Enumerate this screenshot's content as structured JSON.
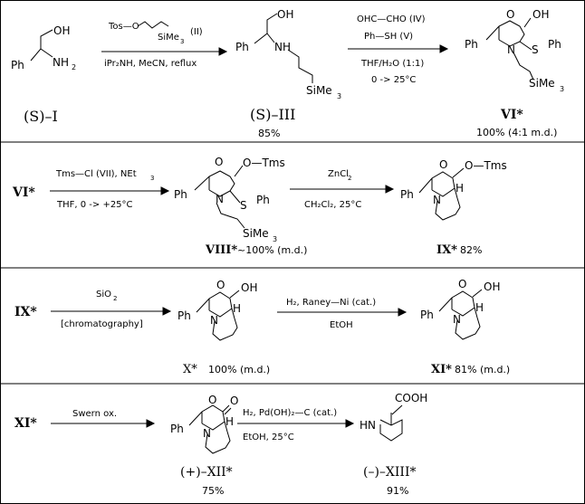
{
  "row1": {
    "cmpd_I": {
      "OH": "OH",
      "Ph": "Ph",
      "NH2": "NH",
      "NH2_sub": "2",
      "label": "(S)–I"
    },
    "step1": {
      "reagent_tos": "Tos—O",
      "reagent_sime3": "SiMe",
      "reagent_sime3_sub": "3",
      "reagent_num": "(II)",
      "conditions": "iPr₂NH,  MeCN,  reflux"
    },
    "cmpd_III": {
      "OH": "OH",
      "Ph": "Ph",
      "NH": "NH",
      "SiMe3": "SiMe",
      "SiMe3_sub": "3",
      "label": "(S)–III",
      "yield": "85%"
    },
    "step2": {
      "glyoxal": "OHC—CHO  (IV)",
      "thiol": "Ph—SH  (V)",
      "solvent": "THF/H₂O (1:1)",
      "temp": "0 -> 25°C"
    },
    "cmpd_VI": {
      "O": "O",
      "OH": "OH",
      "Ph": "Ph",
      "N": "N",
      "S": "S",
      "SPh": "Ph",
      "SiMe3": "SiMe",
      "SiMe3_sub": "3",
      "label": "VI*",
      "yield": "100% (4:1 m.d.)"
    }
  },
  "row2": {
    "start": "VI*",
    "step3": {
      "reagent": "Tms—Cl (VII), NEt",
      "reagent_sub": "3",
      "conditions": "THF,   0 -> +25°C"
    },
    "cmpd_VIII": {
      "O": "O",
      "OTms": "O—Tms",
      "Ph": "Ph",
      "N": "N",
      "S": "S",
      "SPh": "Ph",
      "SiMe3": "SiMe",
      "SiMe3_sub": "3",
      "label": "VIII*",
      "yield": "~100% (m.d.)"
    },
    "step4": {
      "reagent": "ZnCl",
      "reagent_sub": "2",
      "solvent": "CH₂Cl₂,  25°C"
    },
    "cmpd_IX": {
      "O": "O",
      "OTms": "O—Tms",
      "Ph": "Ph",
      "N": "N",
      "H": "H",
      "label": "IX*",
      "yield": "82%"
    }
  },
  "row3": {
    "start": "IX*",
    "step5": {
      "reagent": "SiO",
      "reagent_sub": "2",
      "conditions": "[chromatography]"
    },
    "cmpd_X": {
      "O": "O",
      "OH": "OH",
      "Ph": "Ph",
      "N": "N",
      "H": "H",
      "label": "X*",
      "yield": "100% (m.d.)"
    },
    "step6": {
      "reagent": "H₂,  Raney—Ni (cat.)",
      "solvent": "EtOH"
    },
    "cmpd_XI": {
      "O": "O",
      "OH": "OH",
      "Ph": "Ph",
      "N": "N",
      "H": "H",
      "label": "XI*",
      "yield": "81% (m.d.)"
    }
  },
  "row4": {
    "start": "XI*",
    "step7": {
      "reagent": "Swern ox."
    },
    "cmpd_XII": {
      "O": "O",
      "CO": "O",
      "Ph": "Ph",
      "N": "N",
      "H": "H",
      "label": "(+)–XII*",
      "yield": "75%"
    },
    "step8": {
      "reagent": "H₂,  Pd(OH)₂—C (cat.)",
      "conditions": "EtOH,  25°C"
    },
    "cmpd_XIII": {
      "COOH": "COOH",
      "HN": "HN",
      "label": "(–)–XIII*",
      "yield": "91%"
    }
  }
}
